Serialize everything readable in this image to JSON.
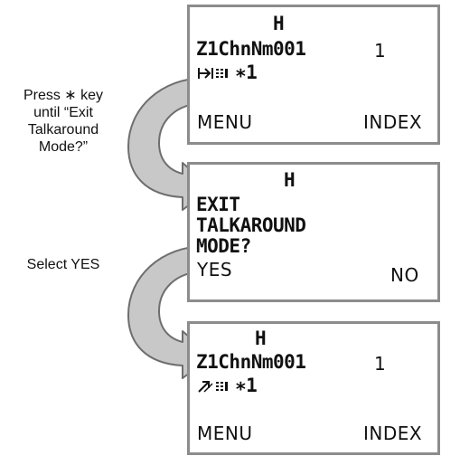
{
  "captions": {
    "press_star": "Press ∗ key\nuntil “Exit\nTalkaround\nMode?”",
    "select_yes": "Select YES"
  },
  "screen1": {
    "header": "H",
    "channel": "Z1ChnNm001",
    "zone_num": "1",
    "status_star": "∗1",
    "left_soft": "MENU",
    "right_soft": "INDEX"
  },
  "screen2": {
    "header": "H",
    "line1": "EXIT",
    "line2": "TALKAROUND",
    "line3": "MODE?",
    "left_soft": "YES",
    "right_soft": "NO"
  },
  "screen3": {
    "header": "H",
    "channel": "Z1ChnNm001",
    "zone_num": "1",
    "status_star": "∗1",
    "left_soft": "MENU",
    "right_soft": "INDEX"
  },
  "icons": {
    "screen1_status": "direct-talkaround-icon",
    "screen3_status": "repeater-icon",
    "signal": "signal-bars-icon",
    "step_arrow": "curved-arrow-icon"
  },
  "colors": {
    "screen_border": "#8c8c8c",
    "arrow_fill": "#c8c8c8",
    "arrow_stroke": "#6e6e6e"
  }
}
